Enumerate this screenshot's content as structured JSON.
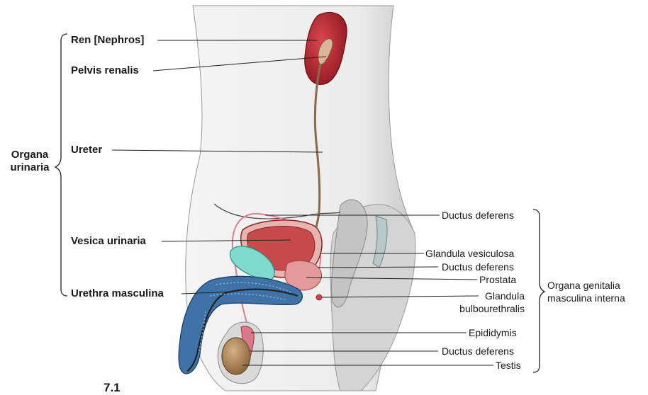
{
  "figure_number": "7.1",
  "groups": {
    "urinary": {
      "line1": "Organa",
      "line2": "urinaria"
    },
    "genital": {
      "line1": "Organa genitalia",
      "line2": "masculina interna"
    }
  },
  "left_labels": {
    "ren": "Ren [Nephros]",
    "pelvis": "Pelvis renalis",
    "ureter": "Ureter",
    "vesica": "Vesica urinaria",
    "urethra": "Urethra masculina"
  },
  "right_labels": {
    "ductus1": "Ductus deferens",
    "vesiculosa": "Glandula vesiculosa",
    "ductus2": "Ductus deferens",
    "prostata": "Prostata",
    "bulbo1": "Glandula",
    "bulbo2": "bulbourethralis",
    "epididymis": "Epididymis",
    "ductus3": "Ductus deferens",
    "testis": "Testis"
  },
  "colors": {
    "kidney": "#b0202a",
    "bladder": "#c84a4a",
    "prostate": "#e49a9a",
    "seminal_vesicle": "#7fd9cc",
    "spongy_tissue": "#3f73a8",
    "body_shading": "#cfcfcf",
    "testis": "#b48a58",
    "line": "#222222"
  }
}
